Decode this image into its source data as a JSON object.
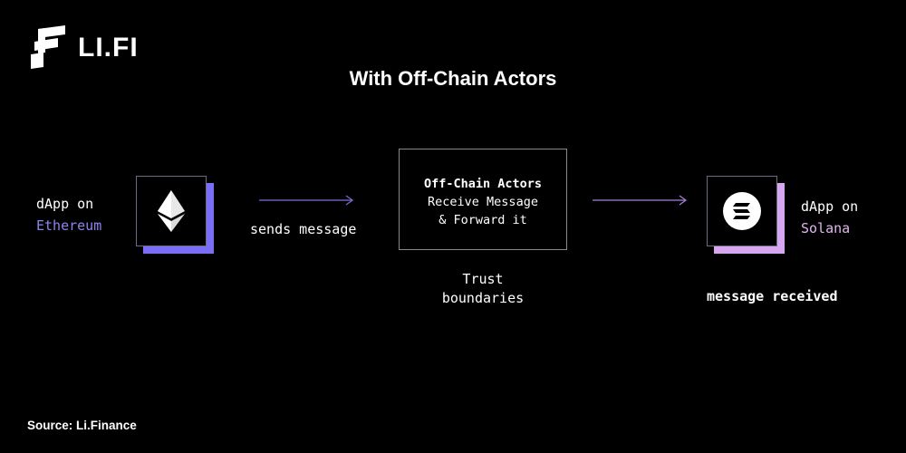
{
  "brand": {
    "name": "LI.FI"
  },
  "title": "With Off-Chain Actors",
  "source": {
    "name": "Ethereum",
    "prefix": "dApp on",
    "icon": "ethereum-icon",
    "accent": "#7b6ef6",
    "label_color": "#8d84f0"
  },
  "destination": {
    "name": "Solana",
    "prefix": "dApp on",
    "icon": "solana-icon",
    "accent": "#d7a6f0",
    "label_color": "#e2b4f2"
  },
  "arrow_label": "sends message",
  "actors": {
    "title": "Off-Chain Actors",
    "line2": "Receive Message",
    "line3": "& Forward it"
  },
  "trust": {
    "line1": "Trust",
    "line2": "boundaries"
  },
  "received": "message received",
  "footer": "Source: Li.Finance",
  "colors": {
    "background": "#000000",
    "arrow": "#7c6fd8"
  }
}
